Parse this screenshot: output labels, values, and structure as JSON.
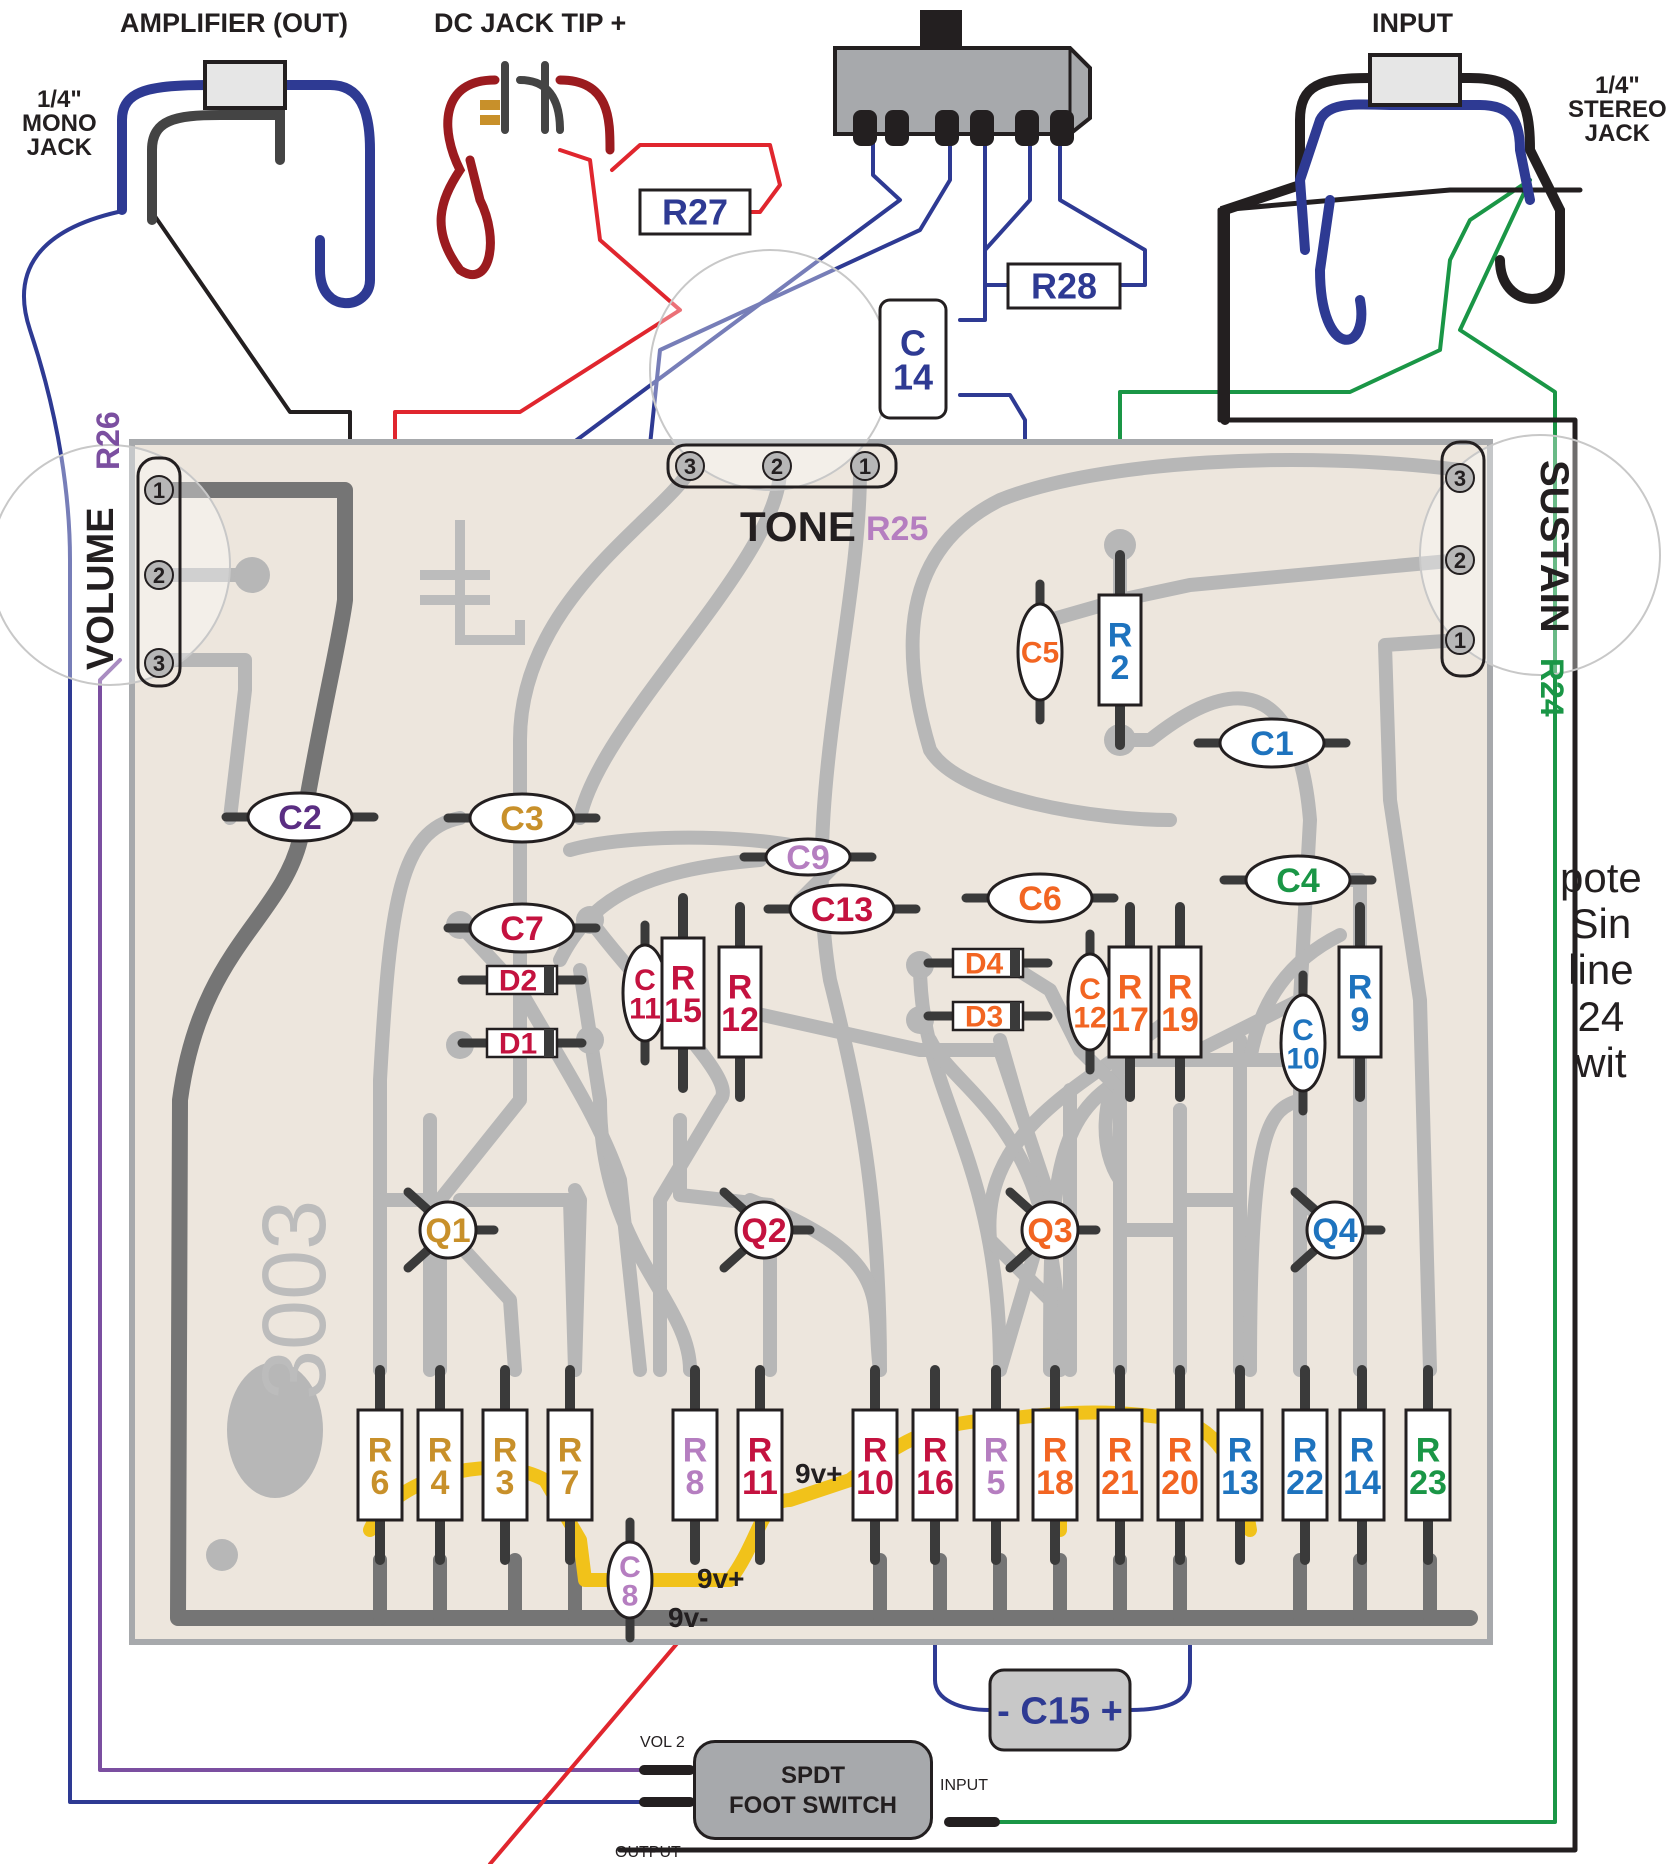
{
  "labels": {
    "amp_out": "AMPLIFIER (OUT)",
    "dc_jack": "DC JACK TIP +",
    "input": "INPUT",
    "mono_jack": "1/4\"\nMONO\nJACK",
    "stereo_jack": "1/4\"\nSTEREO\nJACK",
    "volume": "VOLUME",
    "r26": "R26",
    "tone": "TONE",
    "r25": "R25",
    "sustain": "SUSTAIN",
    "r24": "R24",
    "board_number": "3003",
    "side_note": "pote\nSin\nline\n24\nwit",
    "footswitch": "SPDT\nFOOT SWITCH",
    "vol2": "VOL 2",
    "output": "OUTPUT",
    "fs_input": "INPUT",
    "v9_plus_a": "9v+",
    "v9_plus_b": "9v+",
    "v9_minus": "9v-"
  },
  "components": {
    "resistors_offboard": [
      "R27",
      "R28"
    ],
    "capacitors_offboard": [
      "C\n14",
      "- C15 +"
    ],
    "capacitors": [
      "C2",
      "C3",
      "C5",
      "C1",
      "C4",
      "C9",
      "C13",
      "C6",
      "C7",
      "C11",
      "C12",
      "C10",
      "C8"
    ],
    "diodes": [
      "D2",
      "D1",
      "D4",
      "D3"
    ],
    "transistors": [
      "Q1",
      "Q2",
      "Q3",
      "Q4"
    ],
    "board_resistors": [
      "R2",
      "R15",
      "R12",
      "R17",
      "R19",
      "R9"
    ],
    "bottom_resistors": [
      "R6",
      "R4",
      "R3",
      "R7",
      "R8",
      "R11",
      "R10",
      "R16",
      "R5",
      "R18",
      "R21",
      "R20",
      "R13",
      "R22",
      "R14",
      "R23"
    ]
  },
  "pins": {
    "volume": [
      "1",
      "2",
      "3"
    ],
    "tone": [
      "3",
      "2",
      "1"
    ],
    "sustain": [
      "3",
      "2",
      "1"
    ]
  },
  "colors": {
    "board": "#ede6dd",
    "trace": "#b7b7b7",
    "ground_trace": "#757575",
    "power_trace": "#f1c21a",
    "wire_blue": "#2e3a93",
    "wire_red": "#e0262e",
    "wire_darkred": "#9b1b1f",
    "wire_green": "#1a9646",
    "wire_purple": "#7b4fa0",
    "wire_black": "#231f20",
    "c_purple": "#5a2d82",
    "c_gold": "#c8902a",
    "c_orange": "#f26522",
    "c_blue": "#1e73be",
    "c_green": "#1a9646",
    "c_crimson": "#c4123f",
    "c_lilac": "#b57ec0"
  }
}
